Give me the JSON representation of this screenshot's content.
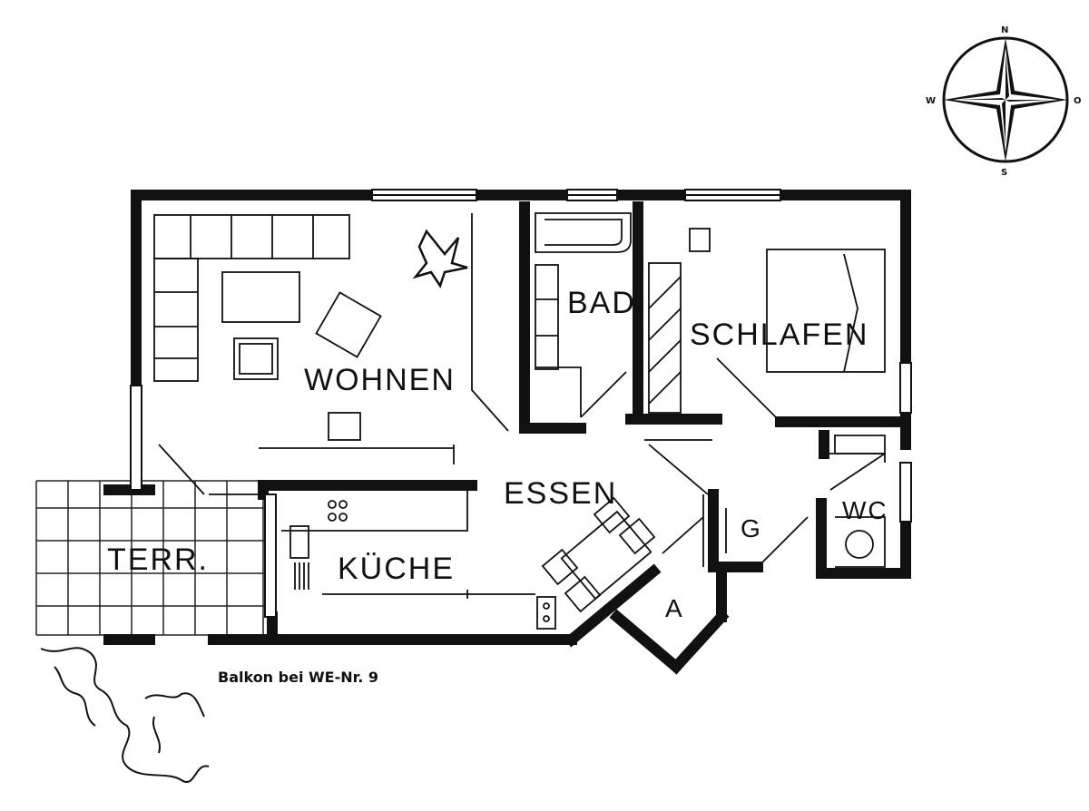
{
  "rooms": {
    "wohnen": "WOHNEN",
    "bad": "BAD",
    "schlafen": "SCHLAFEN",
    "essen": "ESSEN",
    "kueche": "KÜCHE",
    "terr": "TERR.",
    "wc": "WC",
    "g": "G",
    "a": "A"
  },
  "caption": "Balkon bei WE-Nr. 9",
  "compass": {
    "n": "N",
    "s": "S",
    "w": "W",
    "o": "O"
  }
}
